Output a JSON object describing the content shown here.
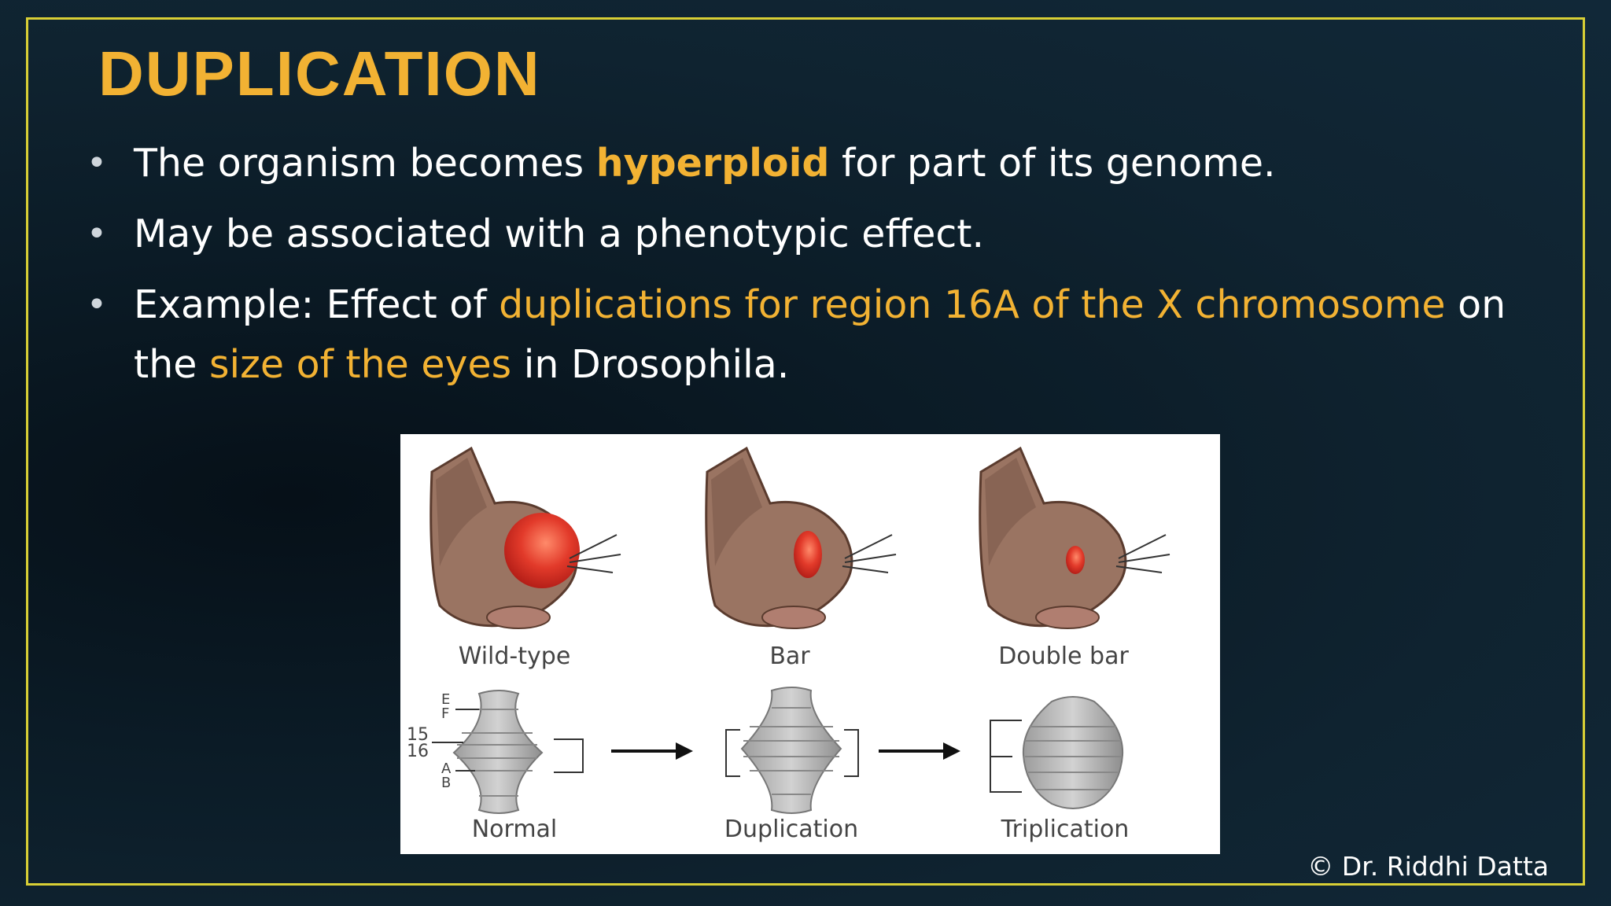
{
  "slide": {
    "title": "DUPLICATION",
    "bullets": [
      {
        "parts": [
          "The organism becomes ",
          "hyperploid",
          " for part of its genome."
        ]
      },
      {
        "parts": [
          "May be associated with a phenotypic effect."
        ]
      },
      {
        "parts": [
          "Example: Effect of ",
          "duplications for region 16A of the X chromosome",
          " on the ",
          "size of the eyes",
          " in Drosophila."
        ]
      }
    ],
    "credit": "© Dr. Riddhi Datta"
  },
  "figure": {
    "fly_labels": [
      "Wild-type",
      "Bar",
      "Double bar"
    ],
    "chrom_labels": [
      "Normal",
      "Duplication",
      "Triplication"
    ],
    "band_labels": [
      "E",
      "F",
      "15",
      "16",
      "A",
      "B"
    ]
  },
  "colors": {
    "accent": "#f2b233",
    "frame": "#d8cf35",
    "eye": "#e23a2a"
  }
}
